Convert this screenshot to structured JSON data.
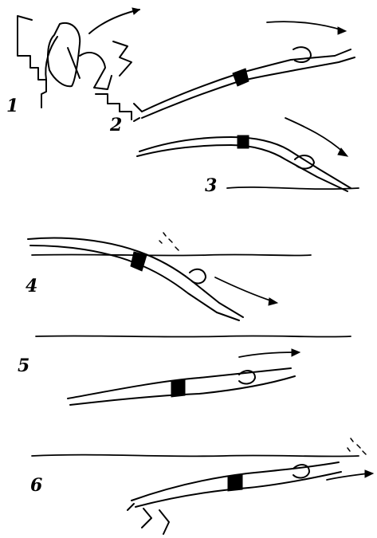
{
  "diagram": {
    "colors": {
      "ink": "#000000",
      "background": "#ffffff"
    },
    "steps": [
      {
        "label": "1"
      },
      {
        "label": "2"
      },
      {
        "label": "3"
      },
      {
        "label": "4"
      },
      {
        "label": "5"
      },
      {
        "label": "6"
      }
    ]
  }
}
